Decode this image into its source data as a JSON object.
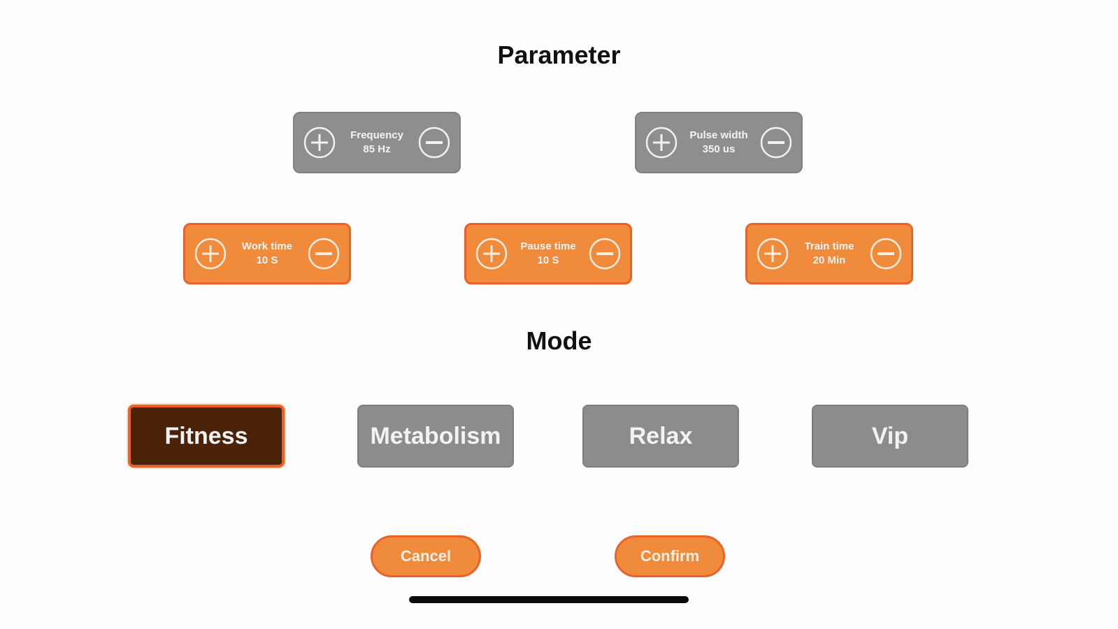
{
  "parameter": {
    "title": "Parameter",
    "steppers": [
      {
        "id": "frequency",
        "label": "Frequency",
        "value": "85 Hz",
        "style": "gray"
      },
      {
        "id": "pulse-width",
        "label": "Pulse width",
        "value": "350 us",
        "style": "gray"
      },
      {
        "id": "work-time",
        "label": "Work time",
        "value": "10 S",
        "style": "orange"
      },
      {
        "id": "pause-time",
        "label": "Pause time",
        "value": "10 S",
        "style": "orange"
      },
      {
        "id": "train-time",
        "label": "Train time",
        "value": "20 Min",
        "style": "orange"
      }
    ],
    "icons": {
      "increase": "plus-circle-icon",
      "decrease": "minus-circle-icon"
    }
  },
  "mode": {
    "title": "Mode",
    "options": [
      "Fitness",
      "Metabolism",
      "Relax",
      "Vip"
    ],
    "selected": "Fitness"
  },
  "actions": {
    "cancel_label": "Cancel",
    "confirm_label": "Confirm"
  },
  "colors": {
    "accent_orange": "#ef8b3a",
    "accent_border": "#e8622a",
    "inactive_gray": "#8e8e8e",
    "selected_mode_bg": "#4a2208"
  }
}
